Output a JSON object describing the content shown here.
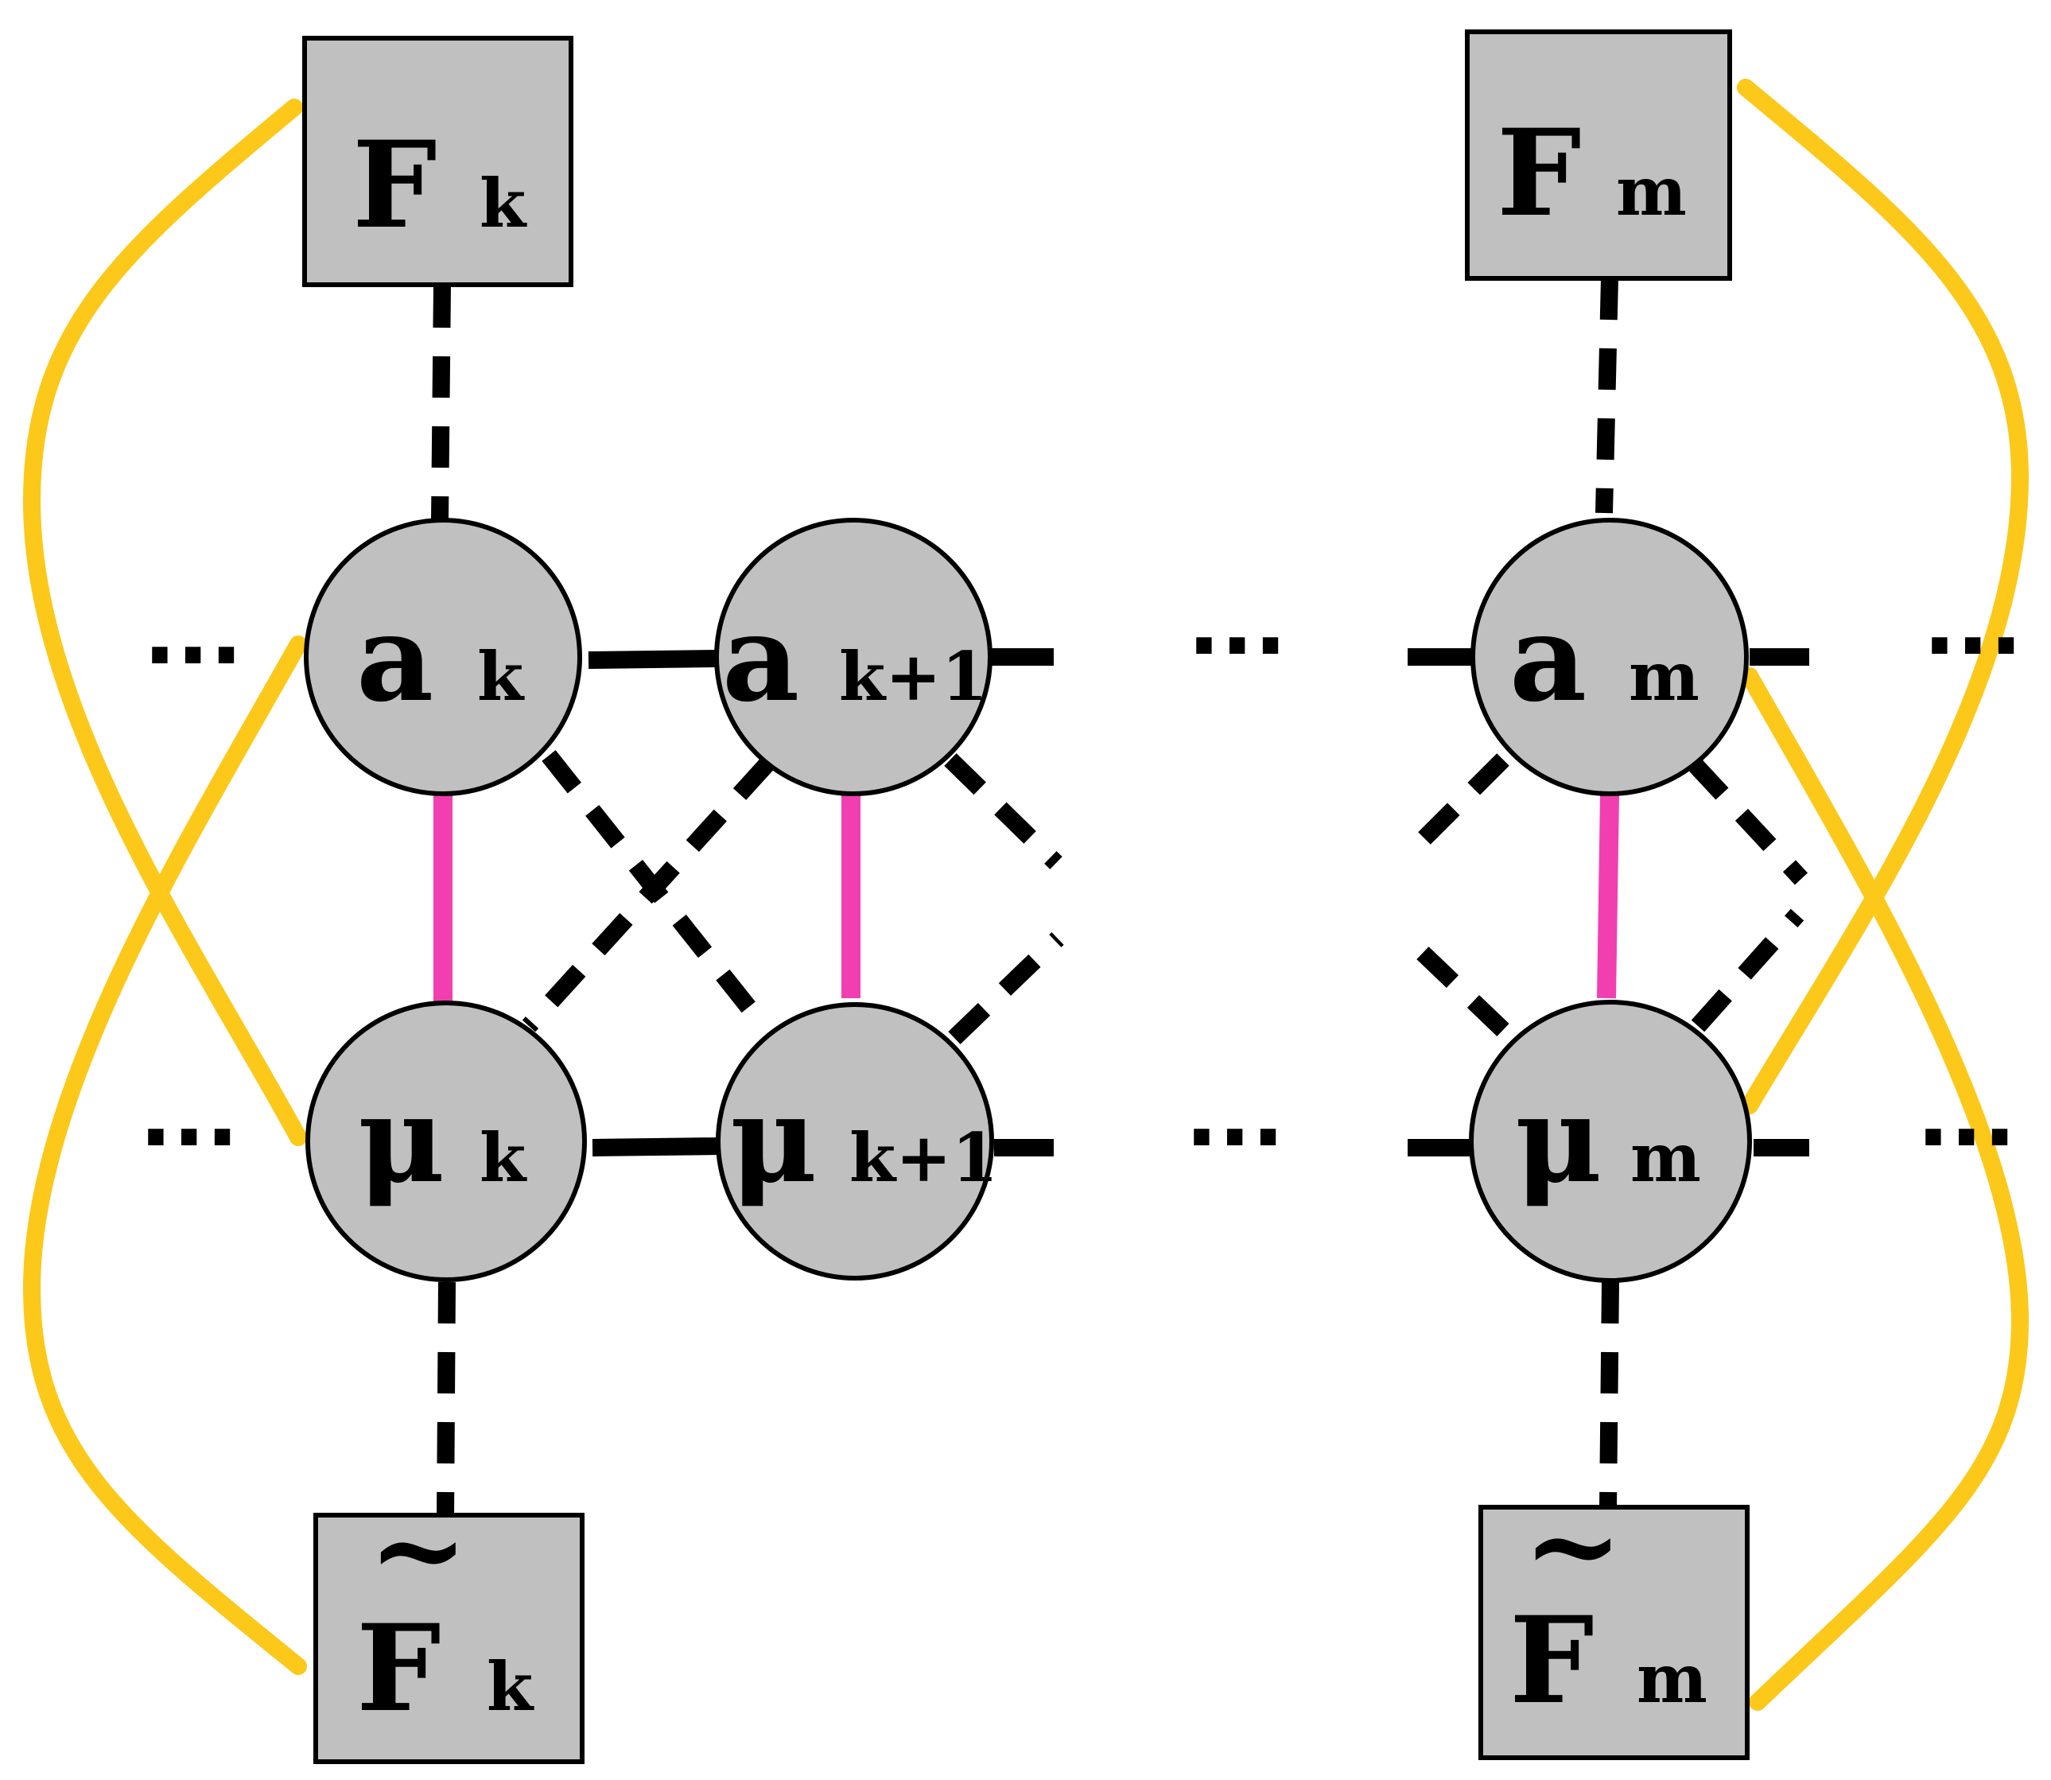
{
  "colors": {
    "node_fill": "#c0c0c0",
    "outline": "#000000",
    "intra_link": "#f23fb0",
    "factor_link": "#fcc81a",
    "background": "#ffffff"
  },
  "factors": {
    "F_k": {
      "base": "F",
      "sub": "k"
    },
    "F_m": {
      "base": "F",
      "sub": "m"
    },
    "Ft_k": {
      "base": "F",
      "tilde": "~",
      "sub": "k"
    },
    "Ft_m": {
      "base": "F",
      "tilde": "~",
      "sub": "m"
    }
  },
  "variables": {
    "a_k": {
      "base": "a",
      "sub": "k"
    },
    "a_k1": {
      "base": "a",
      "sub": "k+1"
    },
    "a_m": {
      "base": "a",
      "sub": "m"
    },
    "mu_k": {
      "base": "μ",
      "sub": "k"
    },
    "mu_k1": {
      "base": "μ",
      "sub": "k+1"
    },
    "mu_m": {
      "base": "μ",
      "sub": "m"
    }
  },
  "ellipsis": "···"
}
